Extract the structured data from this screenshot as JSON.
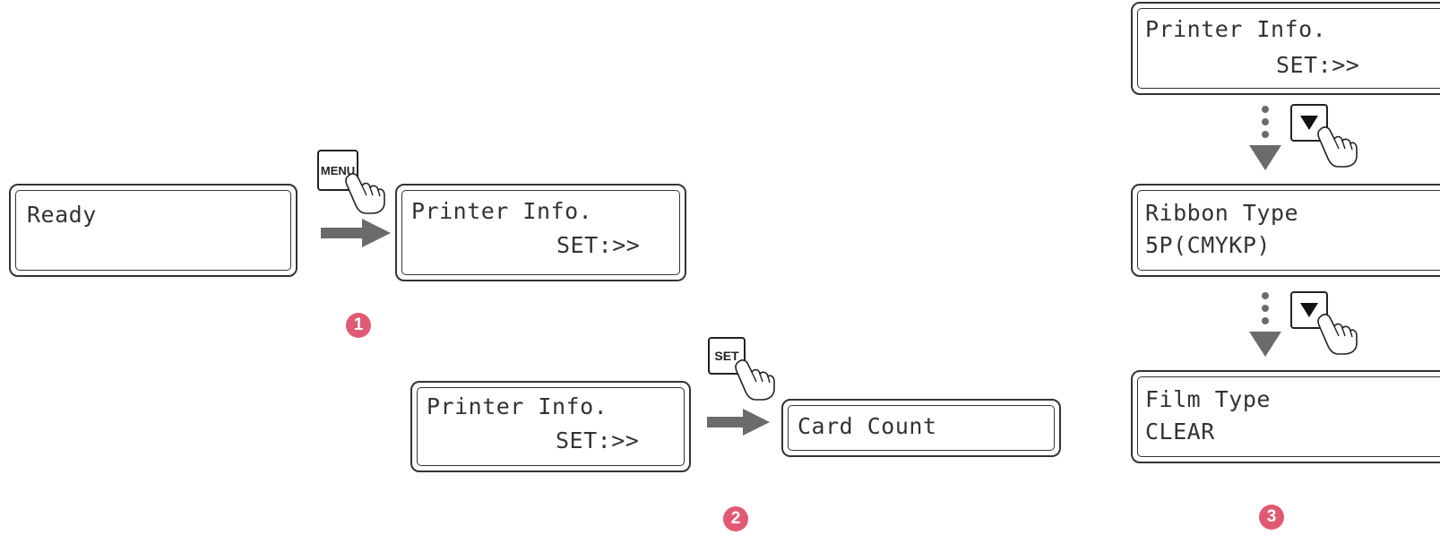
{
  "step1": {
    "display_ready": "Ready",
    "button_label": "MENU",
    "result_line1": "Printer Info.",
    "result_line2": "SET:>>",
    "badge": "1"
  },
  "step2": {
    "display_line1": "Printer Info.",
    "display_line2": "SET:>>",
    "button_label": "SET",
    "result_line1": "Card Count",
    "badge": "2"
  },
  "step3": {
    "display_a_line1": "Printer Info.",
    "display_a_line2": "SET:>>",
    "display_b_line1": "Ribbon Type",
    "display_b_line2": "5P(CMYKP)",
    "display_c_line1": "Film Type",
    "display_c_line2": "CLEAR",
    "button_icon": "down-triangle",
    "badge": "3"
  },
  "colors": {
    "arrow": "#6b6b6b",
    "badge": "#e05a73",
    "outline": "#333333"
  }
}
